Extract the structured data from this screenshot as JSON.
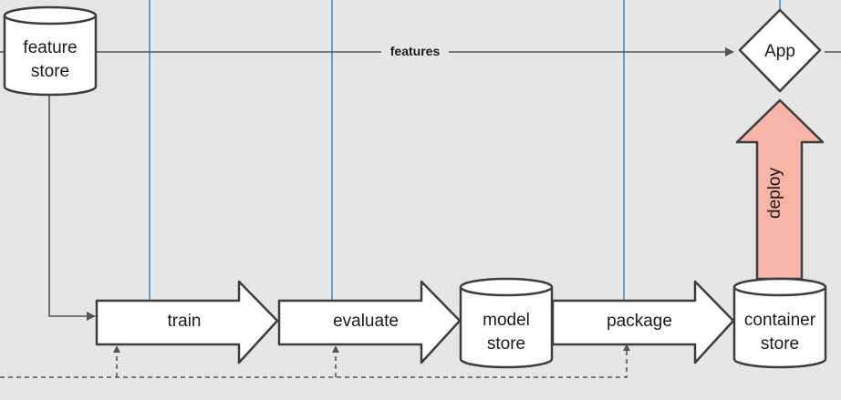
{
  "nodes": {
    "feature_store": {
      "line1": "feature",
      "line2": "store"
    },
    "app": {
      "label": "App"
    },
    "train": {
      "label": "train"
    },
    "evaluate": {
      "label": "evaluate"
    },
    "model_store": {
      "line1": "model",
      "line2": "store"
    },
    "package": {
      "label": "package"
    },
    "container_store": {
      "line1": "container",
      "line2": "store"
    },
    "deploy": {
      "label": "deploy"
    }
  },
  "edges": {
    "features": {
      "label": "features"
    }
  },
  "colors": {
    "deploy_fill": "#f9b4a8",
    "vertical_lines": "#3d8fd0",
    "background": "#e6e6e6"
  }
}
